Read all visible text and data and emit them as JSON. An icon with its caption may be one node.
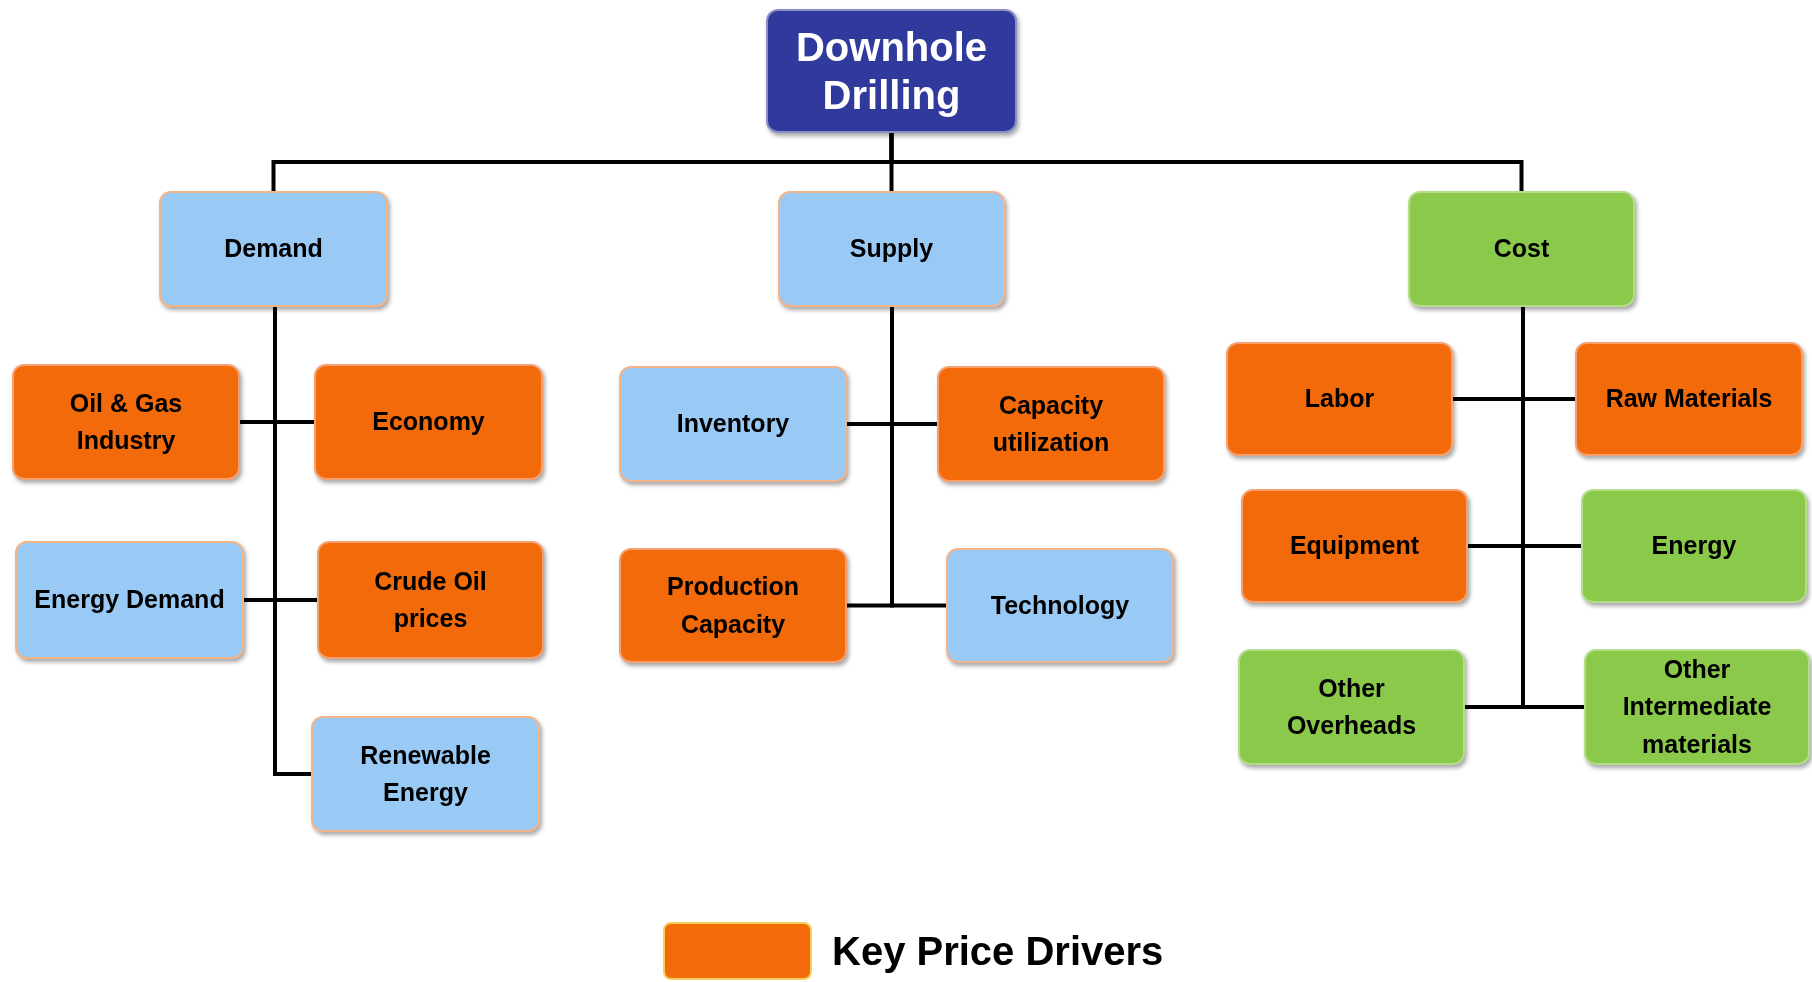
{
  "diagram": {
    "nodes": [
      {
        "text": [
          "Downhole Drilling"
        ]
      },
      {
        "text": [
          "Demand"
        ]
      },
      {
        "text": [
          "Supply"
        ]
      },
      {
        "text": [
          "Cost"
        ]
      },
      {
        "text": [
          "Oil & Gas Industry"
        ]
      },
      {
        "text": [
          "Economy"
        ]
      },
      {
        "text": [
          "Energy Demand"
        ]
      },
      {
        "text": [
          "Crude Oil prices"
        ]
      },
      {
        "text": [
          "Renewable Energy"
        ]
      },
      {
        "text": [
          "Inventory"
        ]
      },
      {
        "text": [
          "Capacity utilization"
        ]
      },
      {
        "text": [
          "Production Capacity"
        ]
      },
      {
        "text": [
          "Technology"
        ]
      },
      {
        "text": [
          "Labor"
        ]
      },
      {
        "text": [
          "Raw Materials"
        ]
      },
      {
        "text": [
          "Equipment"
        ]
      },
      {
        "text": [
          "Energy"
        ]
      },
      {
        "text": [
          "Other Overheads"
        ]
      },
      {
        "text": [
          "Other Intermediate materials"
        ]
      }
    ],
    "edges": [
      {
        "from": 0,
        "to": 1,
        "arrow": "none"
      },
      {
        "from": 0,
        "to": 2,
        "arrow": "none"
      },
      {
        "from": 0,
        "to": 3,
        "arrow": "none"
      },
      {
        "from": 1,
        "to": 4,
        "arrow": "none"
      },
      {
        "from": 1,
        "to": 5,
        "arrow": "none"
      },
      {
        "from": 1,
        "to": 6,
        "arrow": "none"
      },
      {
        "from": 1,
        "to": 7,
        "arrow": "none"
      },
      {
        "from": 1,
        "to": 8,
        "arrow": "none"
      },
      {
        "from": 2,
        "to": 9,
        "arrow": "none"
      },
      {
        "from": 2,
        "to": 10,
        "arrow": "none"
      },
      {
        "from": 2,
        "to": 11,
        "arrow": "none"
      },
      {
        "from": 2,
        "to": 12,
        "arrow": "none"
      },
      {
        "from": 3,
        "to": 13,
        "arrow": "none"
      },
      {
        "from": 3,
        "to": 14,
        "arrow": "none"
      },
      {
        "from": 3,
        "to": 15,
        "arrow": "none"
      },
      {
        "from": 3,
        "to": 16,
        "arrow": "none"
      },
      {
        "from": 3,
        "to": 17,
        "arrow": "none"
      },
      {
        "from": 3,
        "to": 18,
        "arrow": "none"
      }
    ],
    "legend": [
      {
        "text": "Key Price Drivers",
        "color": "#f26a0a"
      }
    ]
  }
}
